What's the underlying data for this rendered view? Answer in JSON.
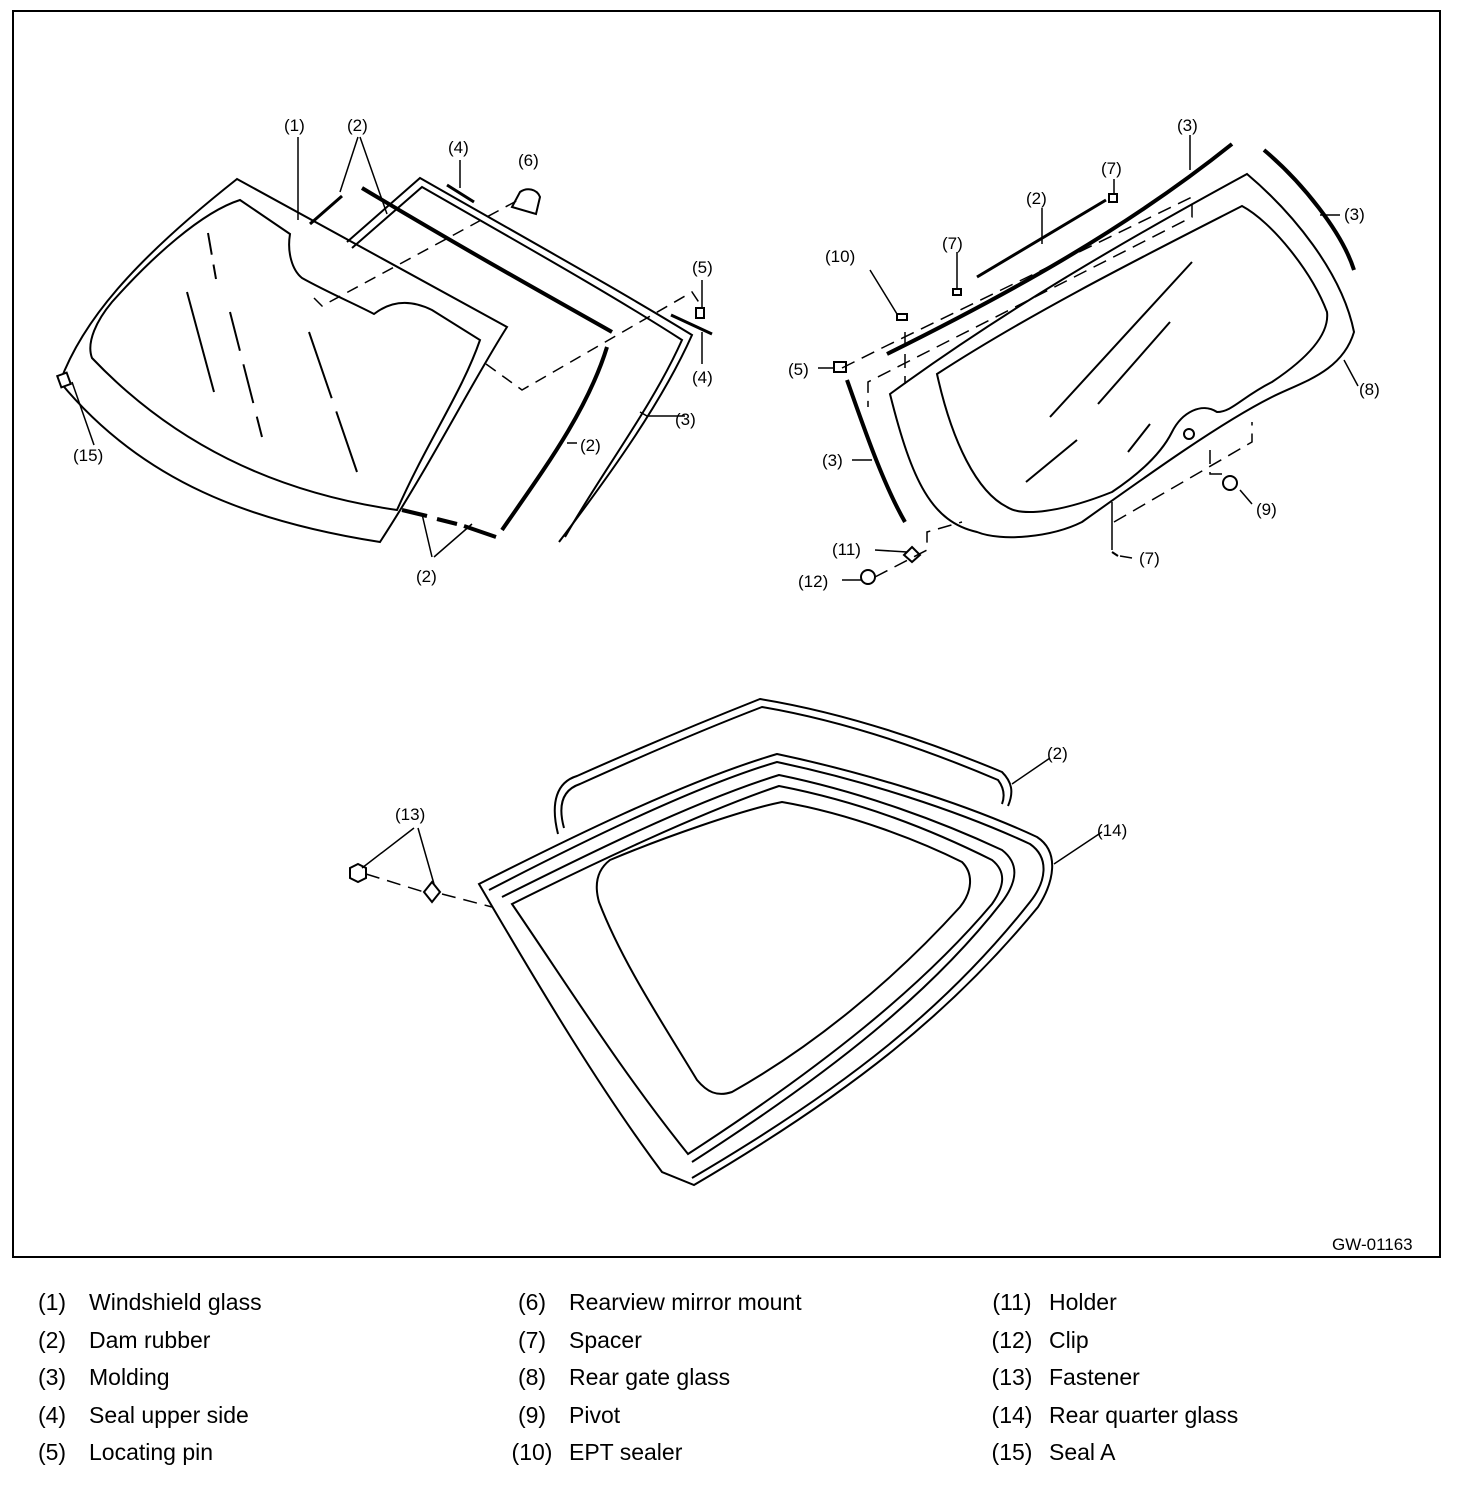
{
  "figure": {
    "id": "GW-01163",
    "callouts": {
      "c1": "(1)",
      "c2a": "(2)",
      "c2b": "(2)",
      "c2c": "(2)",
      "c2d": "(2)",
      "c2e": "(2)",
      "c3a": "(3)",
      "c3b": "(3)",
      "c3c": "(3)",
      "c3d": "(3)",
      "c4a": "(4)",
      "c4b": "(4)",
      "c5a": "(5)",
      "c5b": "(5)",
      "c6": "(6)",
      "c7a": "(7)",
      "c7b": "(7)",
      "c7c": "(7)",
      "c8": "(8)",
      "c9": "(9)",
      "c10": "(10)",
      "c11": "(11)",
      "c12": "(12)",
      "c13": "(13)",
      "c14": "(14)",
      "c15": "(15)"
    }
  },
  "legend": [
    {
      "num": "(1)",
      "name": "Windshield glass"
    },
    {
      "num": "(2)",
      "name": "Dam rubber"
    },
    {
      "num": "(3)",
      "name": "Molding"
    },
    {
      "num": "(4)",
      "name": "Seal upper side"
    },
    {
      "num": "(5)",
      "name": "Locating pin"
    },
    {
      "num": "(6)",
      "name": "Rearview mirror mount"
    },
    {
      "num": "(7)",
      "name": "Spacer"
    },
    {
      "num": "(8)",
      "name": "Rear gate glass"
    },
    {
      "num": "(9)",
      "name": "Pivot"
    },
    {
      "num": "(10)",
      "name": "EPT sealer"
    },
    {
      "num": "(11)",
      "name": "Holder"
    },
    {
      "num": "(12)",
      "name": "Clip"
    },
    {
      "num": "(13)",
      "name": "Fastener"
    },
    {
      "num": "(14)",
      "name": "Rear quarter glass"
    },
    {
      "num": "(15)",
      "name": "Seal A"
    }
  ]
}
